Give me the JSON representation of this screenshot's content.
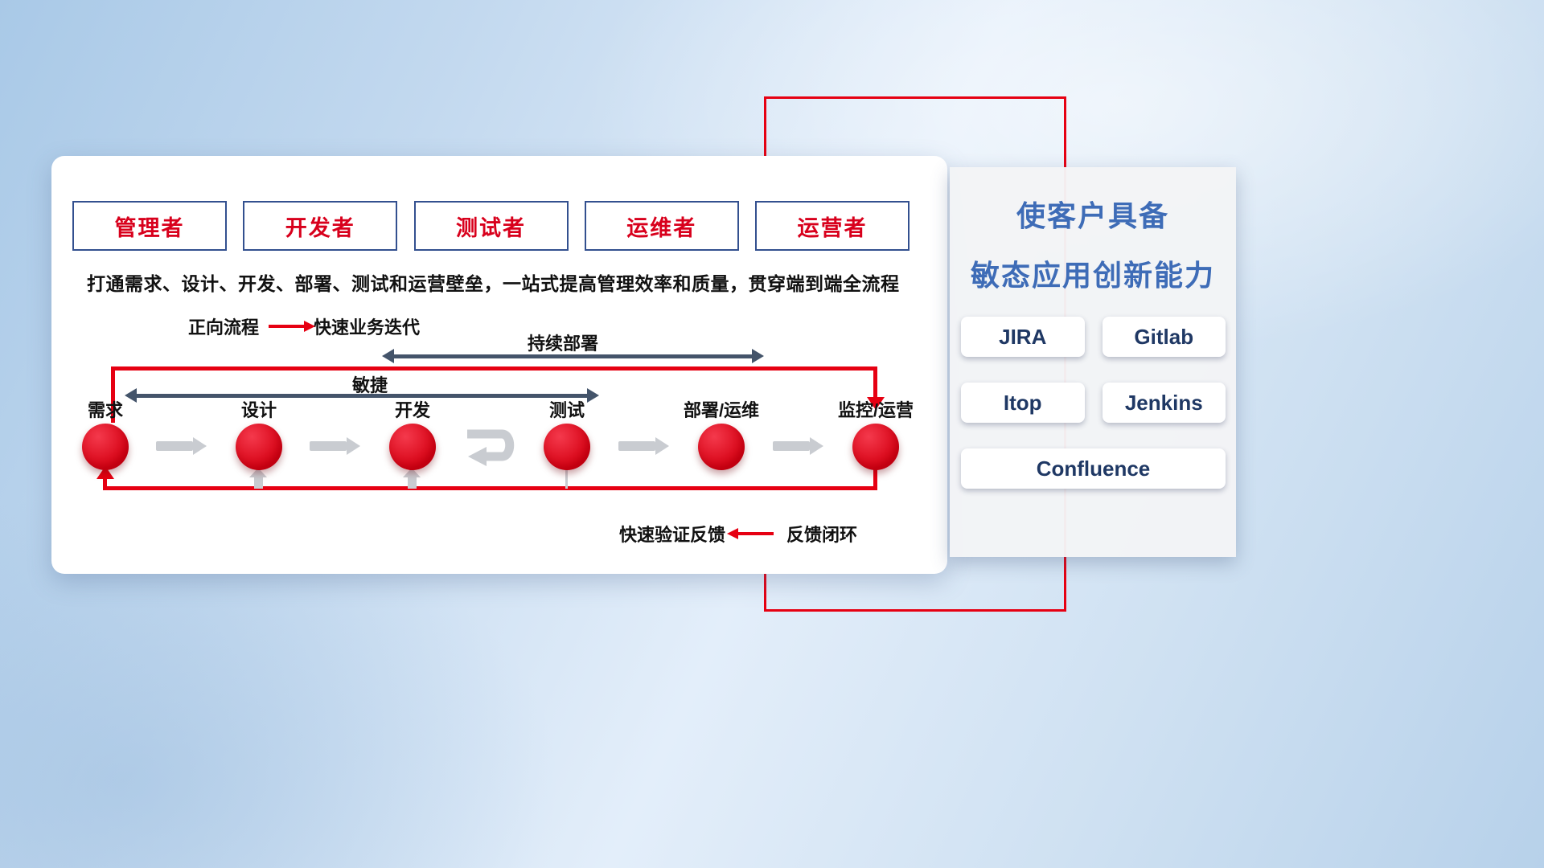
{
  "colors": {
    "primary_red": "#e60012",
    "span_arrow_dark": "#44546a",
    "flow_arrow_gray": "#c9ccd1",
    "panel_title_blue": "#3e6cb7",
    "tool_text_navy": "#1f3864",
    "role_border_blue": "#33508f",
    "role_text_red": "#d8001c"
  },
  "main_card": {
    "roles": [
      {
        "label": "管理者"
      },
      {
        "label": "开发者"
      },
      {
        "label": "测试者"
      },
      {
        "label": "运维者"
      },
      {
        "label": "运营者"
      }
    ],
    "subtitle": "打通需求、设计、开发、部署、测试和运营壁垒，一站式提高管理效率和质量，贯穿端到端全流程",
    "legend": {
      "forward_label": "正向流程",
      "forward_desc": "快速业务迭代",
      "feedback_desc": "快速验证反馈",
      "feedback_label": "反馈闭环"
    },
    "span_arrows": {
      "agile": "敏捷",
      "continuous_deployment": "持续部署"
    },
    "stages": [
      {
        "label": "需求"
      },
      {
        "label": "设计"
      },
      {
        "label": "开发"
      },
      {
        "label": "测试"
      },
      {
        "label": "部署/运维"
      },
      {
        "label": "监控/运营"
      }
    ]
  },
  "side_panel": {
    "title_line1": "使客户具备",
    "title_line2": "敏态应用创新能力",
    "tools": [
      {
        "label": "JIRA"
      },
      {
        "label": "Gitlab"
      },
      {
        "label": "Itop"
      },
      {
        "label": "Jenkins"
      },
      {
        "label": "Confluence"
      }
    ]
  }
}
